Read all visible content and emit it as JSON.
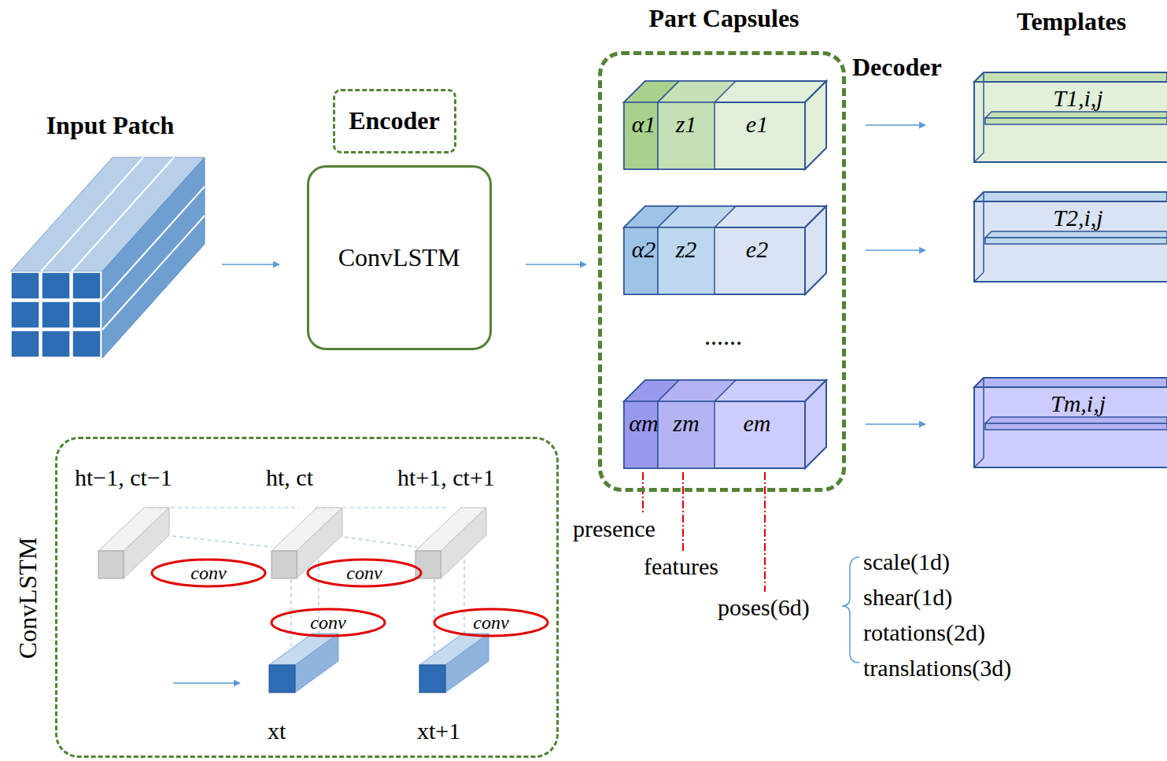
{
  "diagram": {
    "nodes": [
      {
        "text": [
          "Input Patch"
        ]
      },
      {
        "text": [
          "Encoder"
        ]
      },
      {
        "text": [
          "ConvLSTM"
        ]
      },
      {
        "text": [
          "Part Capsules"
        ]
      },
      {
        "text": [
          "α1",
          "z1",
          "e1"
        ],
        "in": 3
      },
      {
        "text": [
          "α2",
          "z2",
          "e2"
        ],
        "in": 3
      },
      {
        "text": [
          "αm",
          "zm",
          "em"
        ],
        "in": 3
      },
      {
        "text": [
          "T1,i,j"
        ]
      },
      {
        "text": [
          "T2,i,j"
        ]
      },
      {
        "text": [
          "Tm,i,j"
        ]
      },
      {
        "text": [
          "ConvLSTM"
        ]
      },
      {
        "text": [
          "conv"
        ],
        "in": 10
      },
      {
        "text": [
          "conv"
        ],
        "in": 10
      },
      {
        "text": [
          "conv"
        ],
        "in": 10
      },
      {
        "text": [
          "conv"
        ],
        "in": 10
      }
    ],
    "edges": [
      {
        "from": 0,
        "to": 2,
        "arrow": "to"
      },
      {
        "from": 2,
        "to": 3,
        "arrow": "to"
      },
      {
        "from": 4,
        "to": 7,
        "arrow": "to"
      },
      {
        "from": 5,
        "to": 8,
        "arrow": "to"
      },
      {
        "from": 6,
        "to": 9,
        "arrow": "to"
      }
    ],
    "labels": [
      "......",
      "Decoder",
      "Templates",
      "presence",
      "features",
      "poses(6d)",
      "scale(1d)",
      "shear(1d)",
      "rotations(2d)",
      "translations(3d)",
      "ht−1, ct−1",
      "ht, ct",
      "ht+1, ct+1",
      "xt",
      "xt+1"
    ]
  }
}
